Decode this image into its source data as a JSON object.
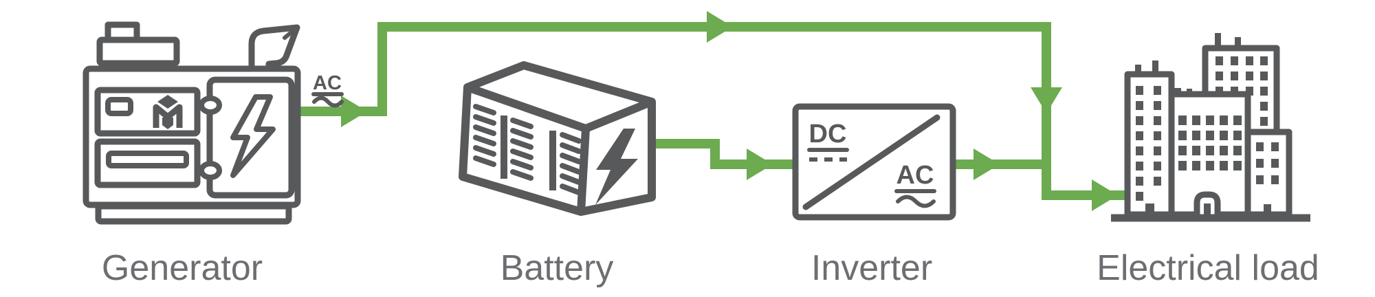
{
  "colors": {
    "flow_green": "#6CAB4F",
    "icon_gray": "#58595B",
    "label_gray": "#6D6E71",
    "background": "#FFFFFF"
  },
  "diagram": {
    "type": "power-flow",
    "nodes": [
      {
        "id": "generator",
        "label": "Generator"
      },
      {
        "id": "battery",
        "label": "Battery"
      },
      {
        "id": "inverter",
        "label": "Inverter"
      },
      {
        "id": "electrical-load",
        "label": "Electrical load"
      }
    ],
    "generator_output_marking": "AC",
    "inverter_markings": {
      "dc": "DC",
      "ac": "AC"
    },
    "edges": [
      {
        "from": "Generator",
        "to": "Electrical load",
        "label": "AC"
      },
      {
        "from": "Battery",
        "to": "Inverter",
        "label": ""
      },
      {
        "from": "Inverter",
        "to": "Electrical load",
        "label": ""
      }
    ]
  }
}
